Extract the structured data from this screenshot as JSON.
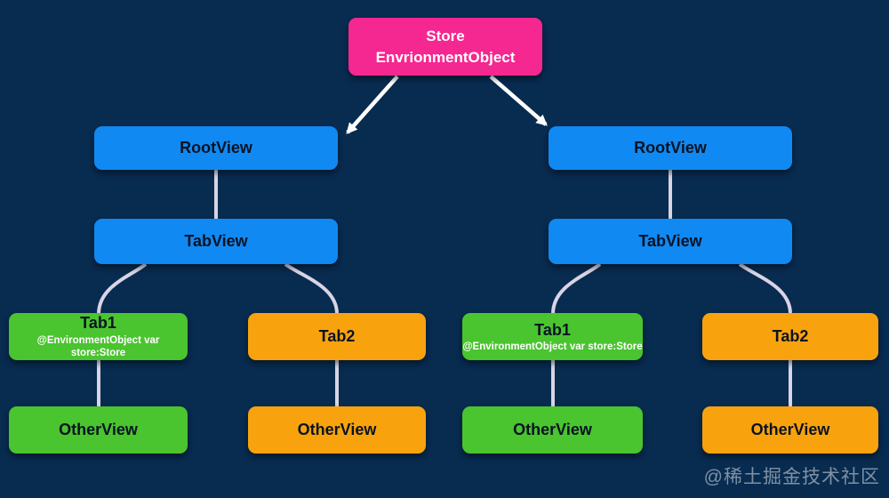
{
  "colors": {
    "background": "#082B50",
    "pink": "#F52790",
    "blue": "#1189F2",
    "green": "#4AC42F",
    "orange": "#F8A30E",
    "connector": "#D9D4E4",
    "arrow": "#FFFFFF",
    "node_text_dark": "#0A1322",
    "node_text_light": "#FFFFFF"
  },
  "store_node": {
    "line1": "Store",
    "line2": "EnvrionmentObject"
  },
  "trees": [
    {
      "side": "left",
      "root_view": {
        "label": "RootView"
      },
      "tab_view": {
        "label": "TabView"
      },
      "tab1": {
        "label": "Tab1",
        "subtitle": "@EnvironmentObject var store:Store"
      },
      "tab2": {
        "label": "Tab2"
      },
      "other_view_under_tab1": {
        "label": "OtherView"
      },
      "other_view_under_tab2": {
        "label": "OtherView"
      }
    },
    {
      "side": "right",
      "root_view": {
        "label": "RootView"
      },
      "tab_view": {
        "label": "TabView"
      },
      "tab1": {
        "label": "Tab1",
        "subtitle": "@EnvironmentObject var store:Store"
      },
      "tab2": {
        "label": "Tab2"
      },
      "other_view_under_tab1": {
        "label": "OtherView"
      },
      "other_view_under_tab2": {
        "label": "OtherView"
      }
    }
  ],
  "watermark": "@稀土掘金技术社区"
}
